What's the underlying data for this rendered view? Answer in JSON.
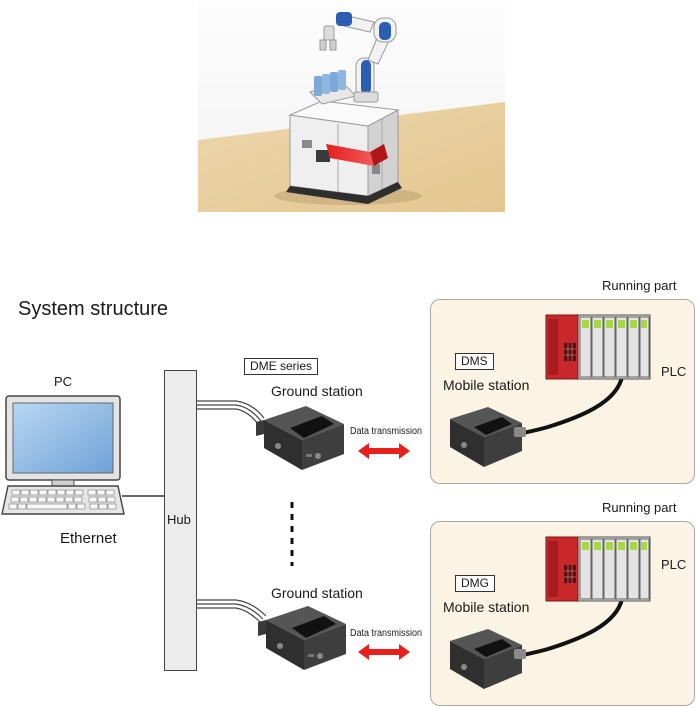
{
  "title": "System structure",
  "nodes": {
    "pc": "PC",
    "ethernet": "Ethernet",
    "hub": "Hub",
    "series": "DME series",
    "ground_station_1": "Ground station",
    "ground_station_2": "Ground station",
    "data_transmission_1": "Data transmission",
    "data_transmission_2": "Data transmission"
  },
  "running_parts": [
    {
      "header": "Running part",
      "model": "DMS",
      "station": "Mobile station",
      "plc": "PLC"
    },
    {
      "header": "Running part",
      "model": "DMG",
      "station": "Mobile station",
      "plc": "PLC"
    }
  ],
  "colors": {
    "panel_fill": "#fbf3e3",
    "arrow": "#e8201c",
    "plc_red": "#c8282a",
    "plc_led": "#a8d84a",
    "hub_fill": "#ececec"
  }
}
